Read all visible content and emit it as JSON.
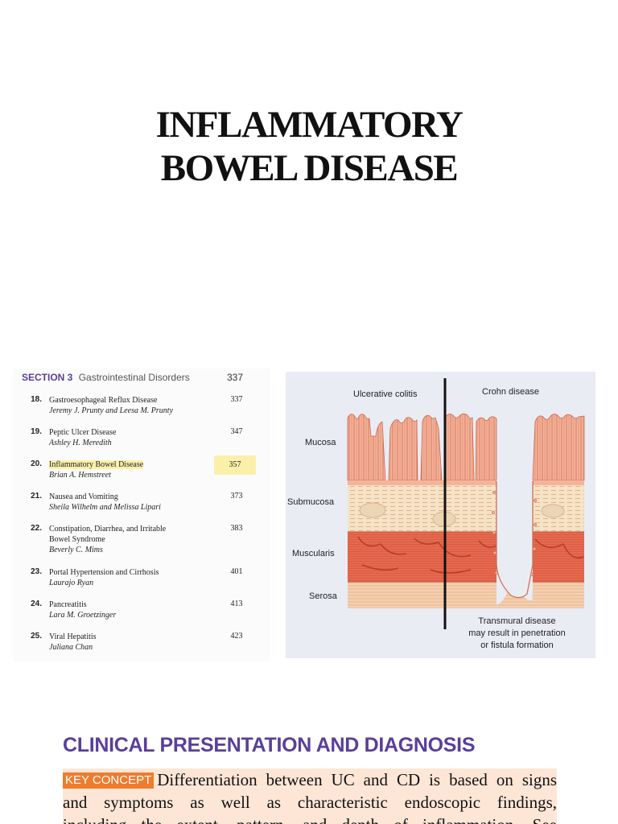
{
  "title": {
    "line1": "INFLAMMATORY",
    "line2": "BOWEL DISEASE"
  },
  "toc": {
    "section_label": "SECTION 3",
    "section_name": "Gastrointestinal Disorders",
    "section_page": "337",
    "entries": [
      {
        "num": "18.",
        "title_lines": [
          "Gastroesophageal Reflux Disease"
        ],
        "author": "Jeremy J. Prunty and Leesa M. Prunty",
        "page": "337",
        "highlighted": false
      },
      {
        "num": "19.",
        "title_lines": [
          "Peptic Ulcer Disease"
        ],
        "author": "Ashley H. Meredith",
        "page": "347",
        "highlighted": false
      },
      {
        "num": "20.",
        "title_lines": [
          "Inflammatory Bowel Disease"
        ],
        "author": "Brian A. Hemstreet",
        "page": "357",
        "highlighted": true
      },
      {
        "num": "21.",
        "title_lines": [
          "Nausea and Vomiting"
        ],
        "author": "Sheila Wilhelm and Melissa Lipari",
        "page": "373",
        "highlighted": false
      },
      {
        "num": "22.",
        "title_lines": [
          "Constipation, Diarrhea, and Irritable",
          "Bowel Syndrome"
        ],
        "author": "Beverly C. Mims",
        "page": "383",
        "highlighted": false
      },
      {
        "num": "23.",
        "title_lines": [
          "Portal Hypertension and Cirrhosis"
        ],
        "author": "Laurajo Ryan",
        "page": "401",
        "highlighted": false
      },
      {
        "num": "24.",
        "title_lines": [
          "Pancreatitis"
        ],
        "author": "Lara M. Groetzinger",
        "page": "413",
        "highlighted": false
      },
      {
        "num": "25.",
        "title_lines": [
          "Viral Hepatitis"
        ],
        "author": "Juliana Chan",
        "page": "423",
        "highlighted": false
      }
    ]
  },
  "figure": {
    "label_uc": "Ulcerative colitis",
    "label_cd": "Crohn disease",
    "layers": [
      "Mucosa",
      "Submucosa",
      "Muscularis",
      "Serosa"
    ],
    "caption_lines": [
      "Transmural disease",
      "may result in penetration",
      "or fistula formation"
    ],
    "colors": {
      "mucosa": "#f2a58a",
      "submucosa": "#f6e2c4",
      "muscularis": "#e56a4f",
      "serosa": "#f4d0b0",
      "divider": "#111111"
    }
  },
  "section": {
    "heading": "CLINICAL PRESENTATION AND DIAGNOSIS",
    "badge": "KEY CONCEPT",
    "paragraph_lines": [
      "Differentiation between UC and CD is based on signs",
      "and symptoms as well as characteristic endoscopic findings,",
      "including the extent, pattern, and depth of inflammation. See"
    ],
    "colors": {
      "heading": "#5a3f99",
      "badge": "#ef7b2d",
      "highlight": "#fde6d6"
    }
  }
}
